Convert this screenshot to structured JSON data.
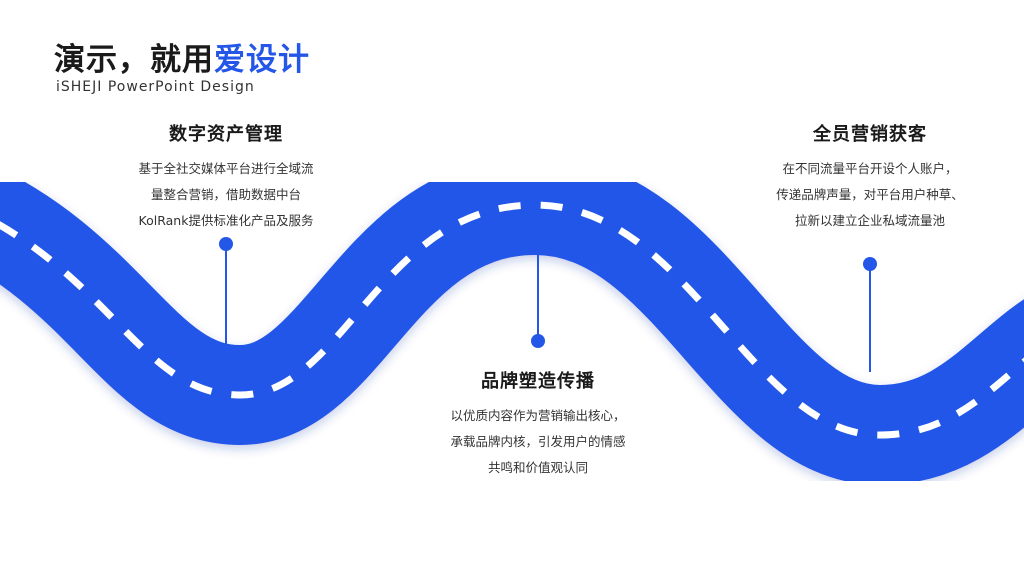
{
  "header": {
    "title_main": "演示，就用",
    "title_accent": "爱设计",
    "subtitle": "iSHEJI PowerPoint Design"
  },
  "colors": {
    "road": "#2456e8",
    "accent": "#2456e8",
    "dash": "#ffffff"
  },
  "sections": [
    {
      "heading": "数字资产管理",
      "lines": [
        "基于全社交媒体平台进行全域流",
        "量整合营销，借助数据中台",
        "KolRank提供标准化产品及服务"
      ]
    },
    {
      "heading": "品牌塑造传播",
      "lines": [
        "以优质内容作为营销输出核心，",
        "承载品牌内核，引发用户的情感",
        "共鸣和价值观认同"
      ]
    },
    {
      "heading": "全员营销获客",
      "lines": [
        "在不同流量平台开设个人账户，",
        "传递品牌声量，对平台用户种草、",
        "拉新以建立企业私域流量池"
      ]
    }
  ]
}
